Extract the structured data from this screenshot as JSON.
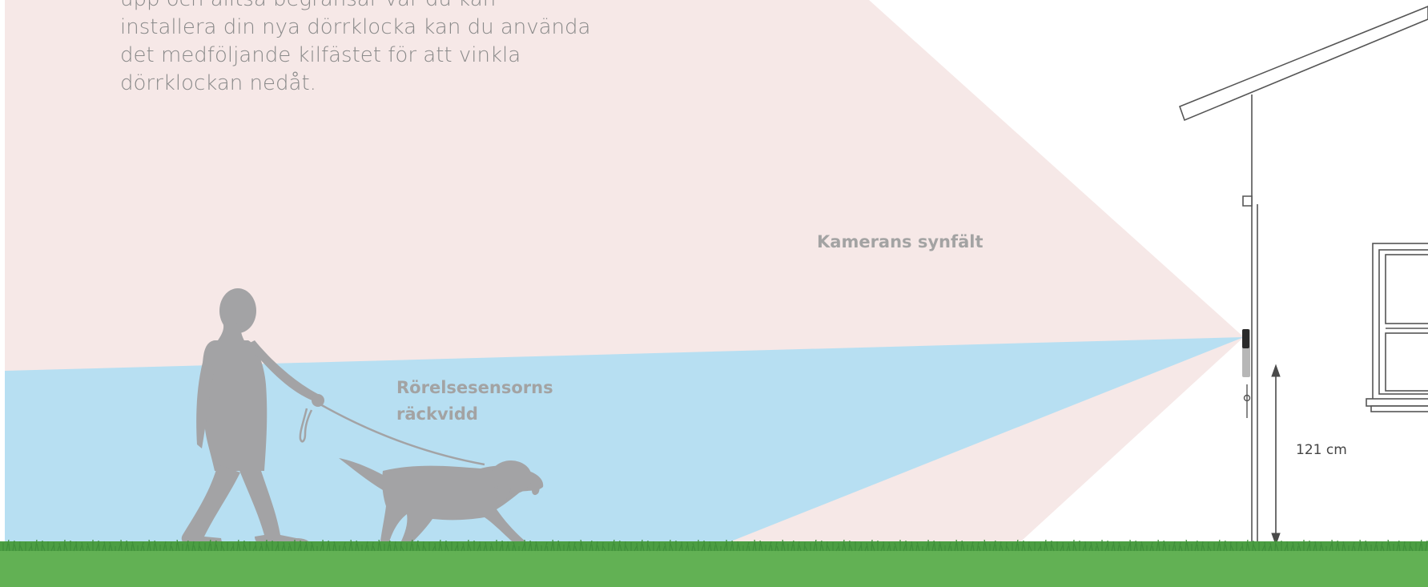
{
  "intro_lines": [
    "upp och alltså begränsar var du kan",
    "installera din nya dörrklocka kan du använda",
    "det medföljande kilfästet för att vinkla",
    "dörrklockan nedåt."
  ],
  "labels": {
    "camera_field": "Kamerans synfält",
    "motion_range_line1": "Rörelsesensorns",
    "motion_range_line2": "räckvidd",
    "mount_height": "121 cm"
  },
  "colors": {
    "camera_field": "#f6e8e7",
    "motion_range": "#b7dff2",
    "silhouette": "#a3a3a5",
    "grass": "#62b154",
    "grass_dark": "#3f8f3a",
    "house_line": "#555555"
  }
}
